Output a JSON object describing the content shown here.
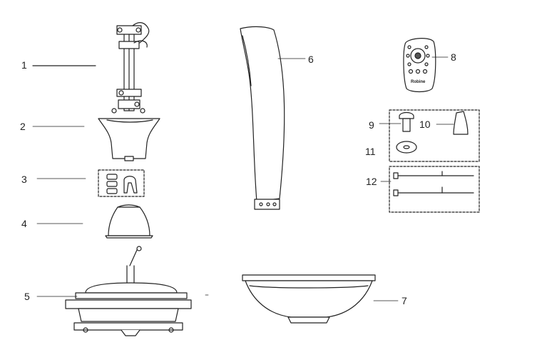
{
  "diagram": {
    "parts": [
      {
        "number": "1",
        "part": "downrod"
      },
      {
        "number": "2",
        "part": "canopy"
      },
      {
        "number": "3",
        "part": "hanger-bracket-parts"
      },
      {
        "number": "4",
        "part": "coupling-cover"
      },
      {
        "number": "5",
        "part": "motor-housing"
      },
      {
        "number": "6",
        "part": "blade"
      },
      {
        "number": "7",
        "part": "light-bowl"
      },
      {
        "number": "8",
        "part": "remote-control"
      },
      {
        "number": "9",
        "part": "screw"
      },
      {
        "number": "10",
        "part": "balancing-clip"
      },
      {
        "number": "11",
        "part": "washer"
      },
      {
        "number": "12",
        "part": "pull-rods"
      }
    ],
    "remote_brand": "Robine"
  },
  "colors": {
    "line": "#222222",
    "fill_light": "#eeeeee",
    "fill_dark": "#555555"
  }
}
